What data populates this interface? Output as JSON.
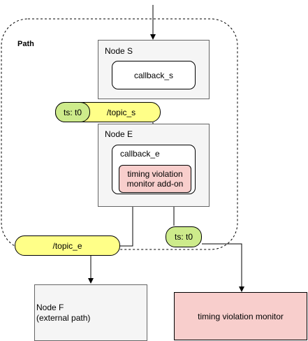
{
  "path": {
    "label": "Path"
  },
  "node_s": {
    "label": "Node S",
    "callback": "callback_s"
  },
  "topic_s": {
    "label": "/topic_s",
    "timestamp": "ts: t0"
  },
  "node_e": {
    "label": "Node E",
    "callback": "callback_e",
    "addon_line1": "timing violation",
    "addon_line2": "monitor add-on"
  },
  "topic_e": {
    "label": "/topic_e"
  },
  "ts_out": {
    "label": "ts: t0"
  },
  "node_f": {
    "label_line1": "Node F",
    "label_line2": "(external path)"
  },
  "monitor": {
    "label": "timing violation monitor"
  },
  "colors": {
    "node_fill": "#f5f5f5",
    "topic_fill": "#ffff88",
    "ts_fill": "#cdeb8b",
    "monitor_fill": "#f8cecc"
  }
}
